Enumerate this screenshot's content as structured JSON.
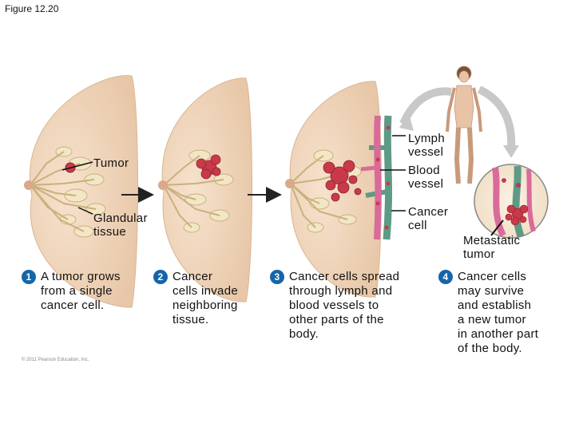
{
  "figure_label": "Figure 12.20",
  "labels": {
    "tumor": "Tumor",
    "glandular_tissue": "Glandular\ntissue",
    "lymph_vessel": "Lymph\nvessel",
    "blood_vessel": "Blood\nvessel",
    "cancer_cell": "Cancer\ncell",
    "metastatic_tumor": "Metastatic\ntumor"
  },
  "steps": [
    {
      "number": "1",
      "text": "A tumor grows\nfrom a single\ncancer cell."
    },
    {
      "number": "2",
      "text": "Cancer\ncells invade\nneighboring\ntissue."
    },
    {
      "number": "3",
      "text": "Cancer cells spread\nthrough lymph and\nblood vessels to\nother parts of the\nbody."
    },
    {
      "number": "4",
      "text": "Cancer cells\nmay survive\nand establish\na new tumor\nin another part\nof the body."
    }
  ],
  "copyright": "© 2011 Pearson Education, Inc.",
  "colors": {
    "breast_skin": "#f0d7bf",
    "tissue_cream": "#f3e6c4",
    "tumor_red": "#c83a4a",
    "lymph_green": "#5e9b86",
    "blood_pink": "#d96b9b",
    "step_badge": "#1565a8",
    "arrow_gray": "#c8c8c8"
  }
}
